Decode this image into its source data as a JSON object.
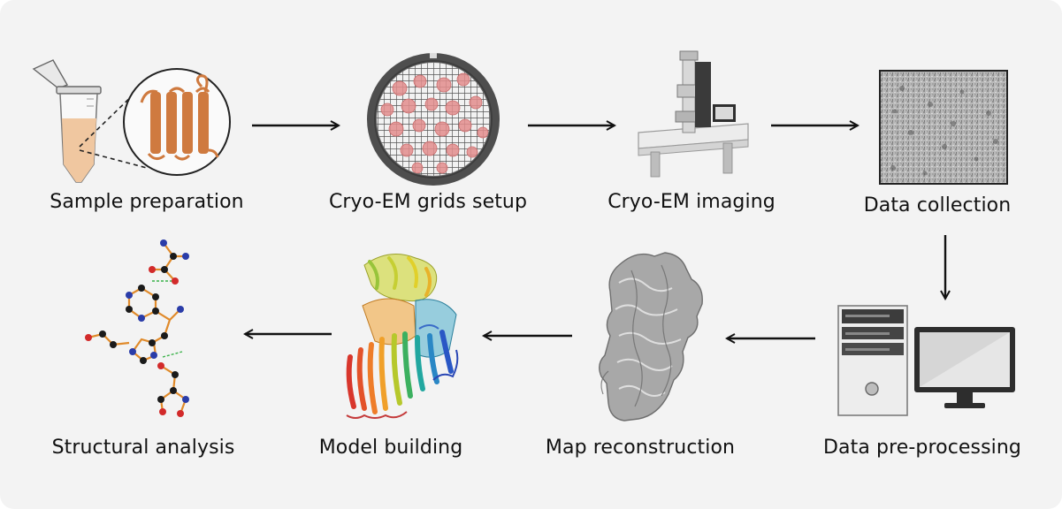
{
  "steps": [
    {
      "id": "sample_preparation",
      "label": "Sample preparation"
    },
    {
      "id": "grids_setup",
      "label": "Cryo-EM grids setup"
    },
    {
      "id": "imaging",
      "label": "Cryo-EM imaging"
    },
    {
      "id": "data_collection",
      "label": "Data collection"
    },
    {
      "id": "pre_processing",
      "label": "Data pre-processing"
    },
    {
      "id": "map_reconstruction",
      "label": "Map reconstruction"
    },
    {
      "id": "model_building",
      "label": "Model building"
    },
    {
      "id": "structural_analysis",
      "label": "Structural analysis"
    }
  ],
  "icons": [
    "tube-icon",
    "protein-zoom-icon",
    "grid-icon",
    "microscope-icon",
    "micrograph-icon",
    "computer-icon",
    "density-map-icon",
    "ribbon-model-icon",
    "ligand-diagram-icon"
  ],
  "colors": {
    "background": "#f3f3f3",
    "arrow": "#111111",
    "protein": "#cf7a3f",
    "grid_spot": "#e08a8a"
  }
}
